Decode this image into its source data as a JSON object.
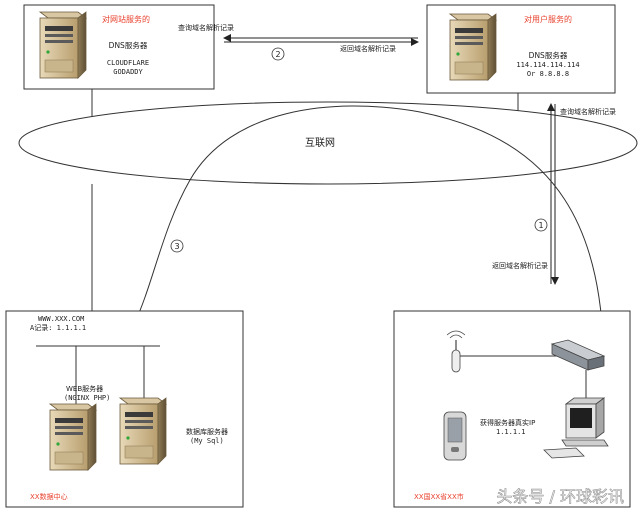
{
  "boxes": {
    "website_dns": {
      "tag": "对网站服务的",
      "title": "DNS服务器",
      "line1": "CLOUDFLARE",
      "line2": "GODADDY"
    },
    "user_dns": {
      "tag": "对用户服务的",
      "title": "DNS服务器",
      "line1": "114.114.114.114",
      "line2": "Or  8.8.8.8"
    },
    "datacenter": {
      "domain": "WWW.XXX.COM",
      "a_record": "A记录: 1.1.1.1",
      "web_server": "WEB服务器",
      "web_stack": "(NGINX PHP)",
      "db_server": "数据库服务器",
      "db_stack": "(My  Sql)",
      "footer": "XX数据中心"
    },
    "client_site": {
      "real_ip_label": "获得服务器真实IP",
      "real_ip": "1.1.1.1",
      "footer": "XX国XX省XX市"
    }
  },
  "internet_label": "互联网",
  "arrows": {
    "query_top": "查询域名解析记录",
    "return_top": "返回域名解析记录",
    "query_right": "查询域名解析记录",
    "return_right": "返回域名解析记录"
  },
  "steps": [
    "2",
    "1",
    "3"
  ],
  "watermark": "头条号 / 环球彩讯",
  "colors": {
    "accent_red": "#e8412d",
    "line": "#333333"
  }
}
